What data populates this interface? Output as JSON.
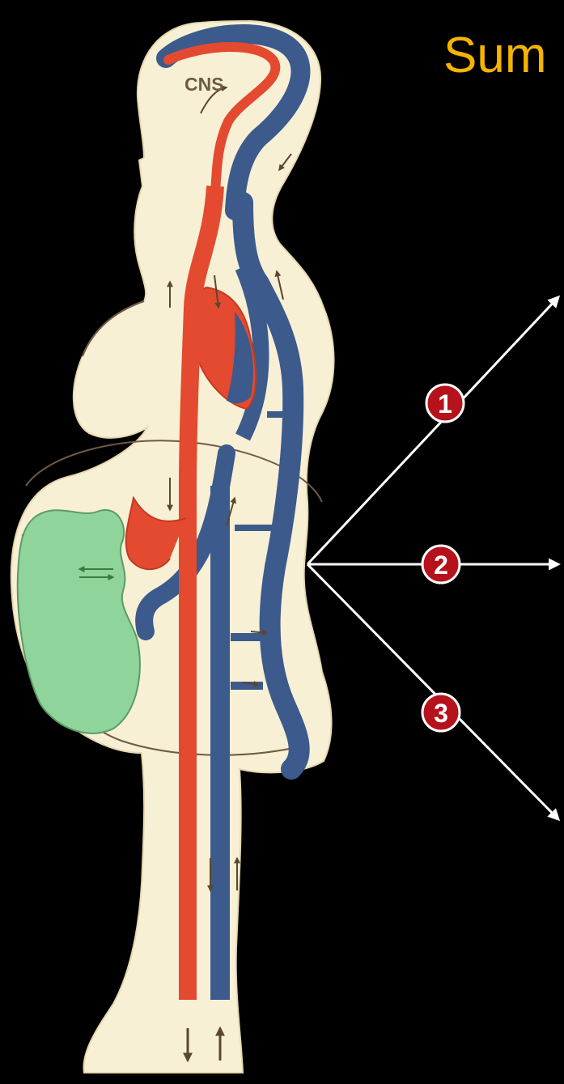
{
  "title": "Sum",
  "diagram": {
    "organ_label": "CNS",
    "badges": [
      "1",
      "2",
      "3"
    ]
  },
  "colors": {
    "background": "#000000",
    "title": "#f5b400",
    "body": "#f8f0d5",
    "artery": "#e34a30",
    "vein": "#3c5a8c",
    "placenta": "#8fd49a",
    "outline": "#6e5a45",
    "badge_fill": "#b5121b",
    "arrow": "#ffffff"
  }
}
